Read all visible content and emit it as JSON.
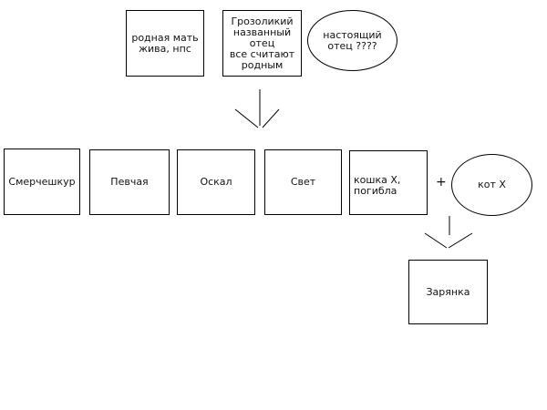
{
  "top": {
    "mother": "родная мать\nжива, нпс",
    "named_father": "Грозоликий\nназванный\nотец\nвсе считают\nродным",
    "real_father": "настоящий\nотец ????"
  },
  "children": [
    "Смерчешкур",
    "Певчая",
    "Оскал",
    "Свет",
    "кошка Х,\nпогибла"
  ],
  "mate": "кот Х",
  "plus": "+",
  "offspring": "Зарянка"
}
